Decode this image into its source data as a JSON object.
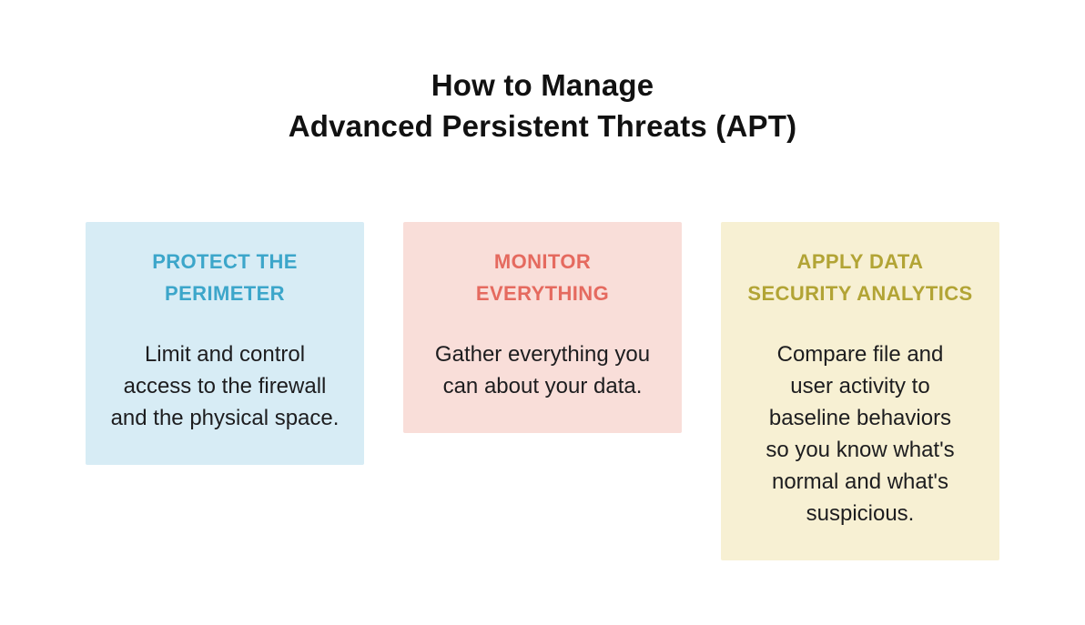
{
  "title": "How to Manage\nAdvanced Persistent Threats (APT)",
  "colors": {
    "page_background": "#ffffff",
    "title_text": "#111111",
    "body_text": "#1d1d1f"
  },
  "cards": [
    {
      "heading": "PROTECT THE\nPERIMETER",
      "body": "Limit and control\naccess to the firewall\nand the physical space.",
      "bg_color": "#d7ecf5",
      "heading_color": "#3ca6ca"
    },
    {
      "heading": "MONITOR\nEVERYTHING",
      "body": "Gather everything you\ncan about your data.",
      "bg_color": "#f9ded9",
      "heading_color": "#e56a5f"
    },
    {
      "heading": "APPLY DATA\nSECURITY ANALYTICS",
      "body": "Compare file and\nuser activity to\nbaseline behaviors\nso you know what's\nnormal and what's\nsuspicious.",
      "bg_color": "#f7f0d3",
      "heading_color": "#b2a435"
    }
  ]
}
